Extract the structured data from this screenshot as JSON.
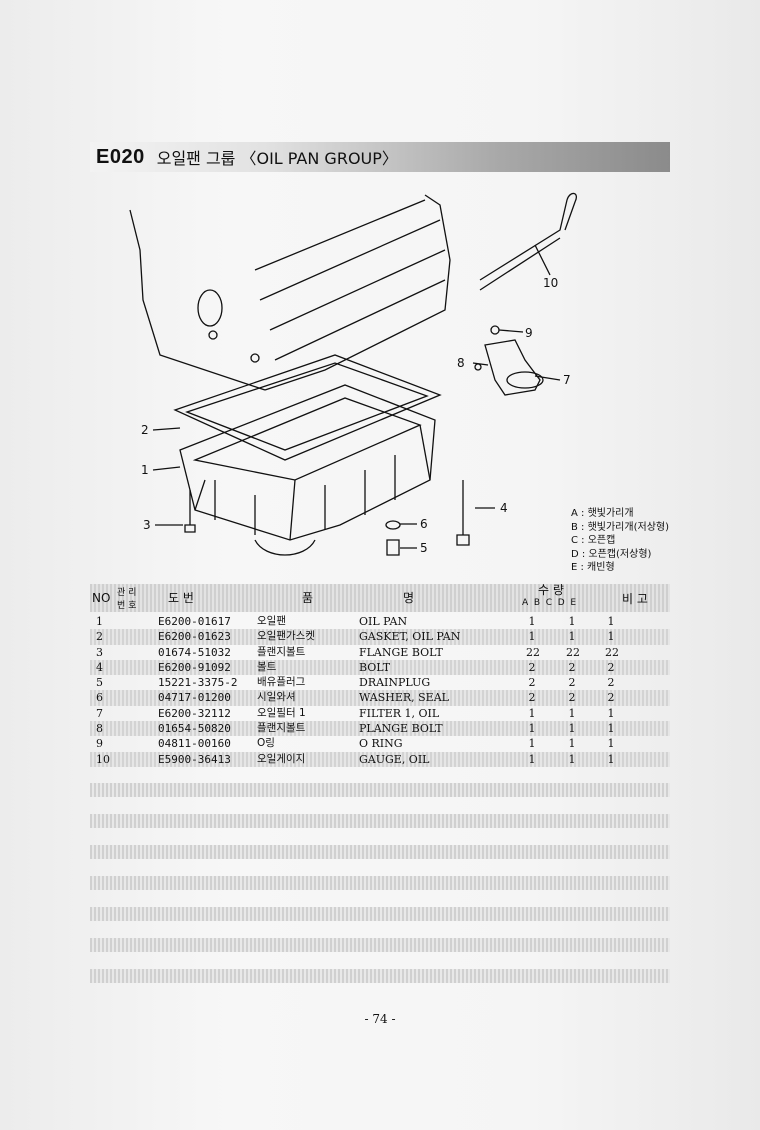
{
  "header": {
    "code": "E020",
    "title": "오일팬 그룹 〈OIL PAN GROUP〉"
  },
  "diagram": {
    "callouts": [
      "1",
      "2",
      "3",
      "4",
      "5",
      "6",
      "7",
      "8",
      "9",
      "10"
    ]
  },
  "legend": [
    "A : 햇빛가리개",
    "B : 햇빛가리개(저상형)",
    "C : 오픈캡",
    "D : 오픈캡(저상형)",
    "E : 캐빈형"
  ],
  "table": {
    "headers": {
      "no": "NO",
      "mgmt_top": "관 리",
      "mgmt_bottom": "번 호",
      "drawing_no": "도   번",
      "name_left": "품",
      "name_right": "명",
      "qty_top": "수     량",
      "qty_cols": "A  B  C  D  E",
      "remarks": "비  고"
    },
    "rows": [
      {
        "no": "1",
        "part": "E6200-01617",
        "ko": "오일팬",
        "en": "OIL PAN",
        "a": "1",
        "c": "1",
        "e": "1"
      },
      {
        "no": "2",
        "part": "E6200-01623",
        "ko": "오일팬가스켓",
        "en": "GASKET, OIL PAN",
        "a": "1",
        "c": "1",
        "e": "1"
      },
      {
        "no": "3",
        "part": "01674-51032",
        "ko": "플랜지볼트",
        "en": "FLANGE BOLT",
        "a": "22",
        "c": "22",
        "e": "22"
      },
      {
        "no": "4",
        "part": "E6200-91092",
        "ko": "볼트",
        "en": "BOLT",
        "a": "2",
        "c": "2",
        "e": "2"
      },
      {
        "no": "5",
        "part": "15221-3375-2",
        "ko": "배유플러그",
        "en": "DRAINPLUG",
        "a": "2",
        "c": "2",
        "e": "2"
      },
      {
        "no": "6",
        "part": "04717-01200",
        "ko": "시일와셔",
        "en": "WASHER, SEAL",
        "a": "2",
        "c": "2",
        "e": "2"
      },
      {
        "no": "7",
        "part": "E6200-32112",
        "ko": "오일필터 1",
        "en": "FILTER 1, OIL",
        "a": "1",
        "c": "1",
        "e": "1"
      },
      {
        "no": "8",
        "part": "01654-50820",
        "ko": "플랜지볼트",
        "en": "PLANGE BOLT",
        "a": "1",
        "c": "1",
        "e": "1"
      },
      {
        "no": "9",
        "part": "04811-00160",
        "ko": "O링",
        "en": "O RING",
        "a": "1",
        "c": "1",
        "e": "1"
      },
      {
        "no": "10",
        "part": "E5900-36413",
        "ko": "오일게이지",
        "en": "GAUGE, OIL",
        "a": "1",
        "c": "1",
        "e": "1"
      }
    ]
  },
  "footer": {
    "page_number": "- 74 -"
  }
}
